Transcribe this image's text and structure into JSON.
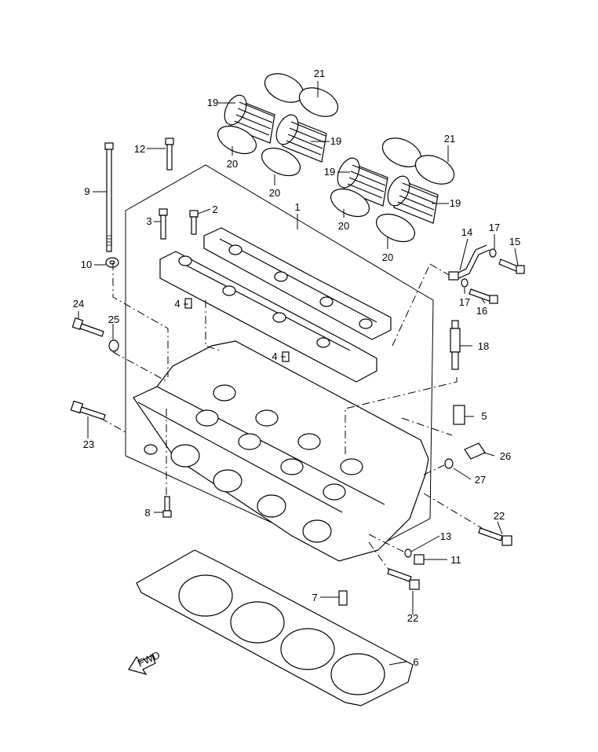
{
  "callouts": [
    {
      "id": "1",
      "label": "1"
    },
    {
      "id": "2",
      "label": "2"
    },
    {
      "id": "3",
      "label": "3"
    },
    {
      "id": "4a",
      "label": "4"
    },
    {
      "id": "4b",
      "label": "4"
    },
    {
      "id": "5",
      "label": "5"
    },
    {
      "id": "6",
      "label": "6"
    },
    {
      "id": "7",
      "label": "7"
    },
    {
      "id": "8",
      "label": "8"
    },
    {
      "id": "9",
      "label": "9"
    },
    {
      "id": "10",
      "label": "10"
    },
    {
      "id": "11",
      "label": "11"
    },
    {
      "id": "12",
      "label": "12"
    },
    {
      "id": "13",
      "label": "13"
    },
    {
      "id": "14",
      "label": "14"
    },
    {
      "id": "15",
      "label": "15"
    },
    {
      "id": "16",
      "label": "16"
    },
    {
      "id": "17a",
      "label": "17"
    },
    {
      "id": "17b",
      "label": "17"
    },
    {
      "id": "18",
      "label": "18"
    },
    {
      "id": "19a",
      "label": "19"
    },
    {
      "id": "19b",
      "label": "19"
    },
    {
      "id": "19c",
      "label": "19"
    },
    {
      "id": "19d",
      "label": "19"
    },
    {
      "id": "20a",
      "label": "20"
    },
    {
      "id": "20b",
      "label": "20"
    },
    {
      "id": "20c",
      "label": "20"
    },
    {
      "id": "20d",
      "label": "20"
    },
    {
      "id": "21a",
      "label": "21"
    },
    {
      "id": "21b",
      "label": "21"
    },
    {
      "id": "22a",
      "label": "22"
    },
    {
      "id": "22b",
      "label": "22"
    },
    {
      "id": "23",
      "label": "23"
    },
    {
      "id": "24",
      "label": "24"
    },
    {
      "id": "25",
      "label": "25"
    },
    {
      "id": "26",
      "label": "26"
    },
    {
      "id": "27",
      "label": "27"
    }
  ],
  "fwd_arrow": {
    "label": "FWD"
  }
}
